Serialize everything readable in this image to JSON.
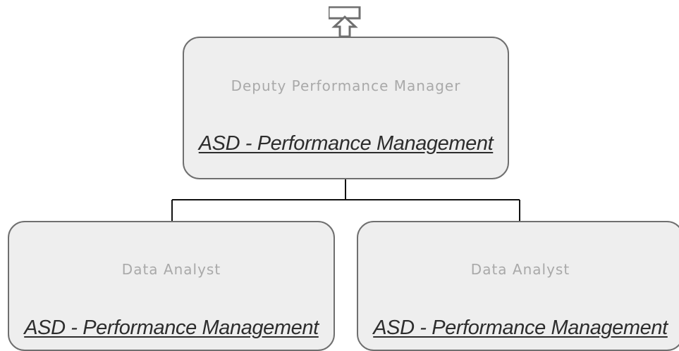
{
  "org_chart": {
    "up_button_icon": "up-arrow-icon",
    "root": {
      "title": "Deputy Performance Manager",
      "department": "ASD - Performance Management"
    },
    "children": [
      {
        "title": "Data Analyst",
        "department": "ASD - Performance Management"
      },
      {
        "title": "Data Analyst",
        "department": "ASD - Performance Management"
      }
    ]
  },
  "colors": {
    "node_fill": "#eeeeee",
    "node_border": "#6f6f6f",
    "connector": "#111111",
    "title_text": "#a9a9a9",
    "department_text": "#2d2d2d"
  }
}
